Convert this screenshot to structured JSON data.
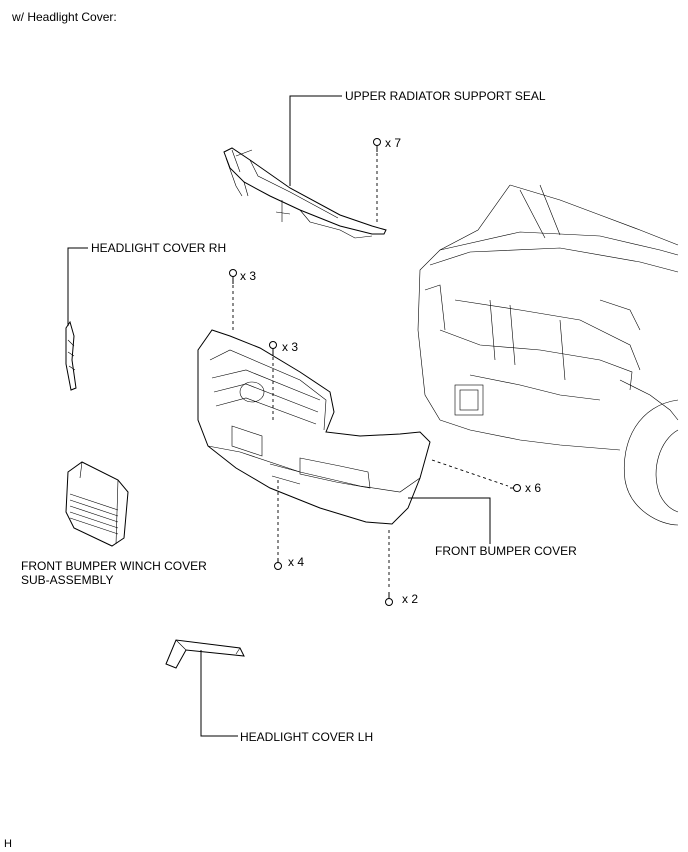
{
  "header": {
    "title": "w/ Headlight Cover:"
  },
  "labels": {
    "upper_radiator_support_seal": "UPPER RADIATOR SUPPORT SEAL",
    "headlight_cover_rh": "HEADLIGHT COVER RH",
    "front_bumper_winch_cover_line1": "FRONT BUMPER WINCH COVER",
    "front_bumper_winch_cover_line2": "SUB-ASSEMBLY",
    "front_bumper_cover": "FRONT BUMPER COVER",
    "headlight_cover_lh": "HEADLIGHT COVER LH"
  },
  "fasteners": {
    "seal_clips": "x 7",
    "upper_left_bolts": "x 3",
    "upper_center_bolts": "x 3",
    "side_screws": "x 6",
    "lower_left_bolts": "x 4",
    "lower_right_bolts": "x 2"
  },
  "footer": {
    "code": "H"
  }
}
